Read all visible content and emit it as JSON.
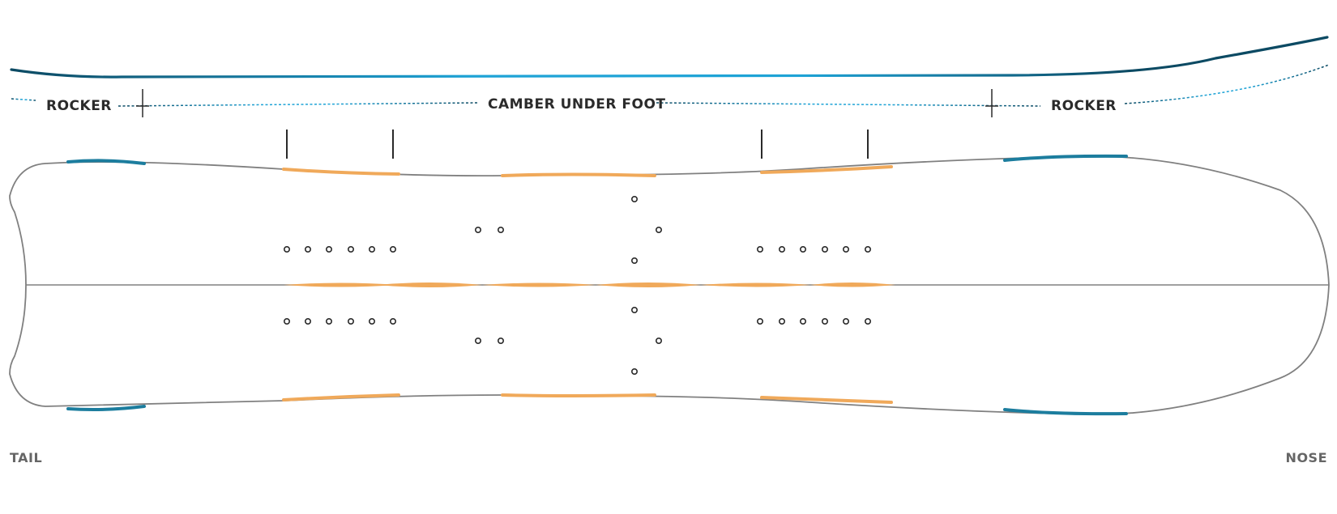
{
  "profile_labels": {
    "rocker_tail": "ROCKER",
    "camber": "CAMBER UNDER FOOT",
    "rocker_nose": "ROCKER"
  },
  "board_ends": {
    "tail": "TAIL",
    "nose": "NOSE"
  },
  "colors": {
    "profile_dark": "#0c4a63",
    "profile_light": "#1ea3d6",
    "edge_blue": "#1c7d9e",
    "core_orange": "#f0a95a",
    "outline_gray": "#808080",
    "insert_dark": "#2a2a2a"
  }
}
